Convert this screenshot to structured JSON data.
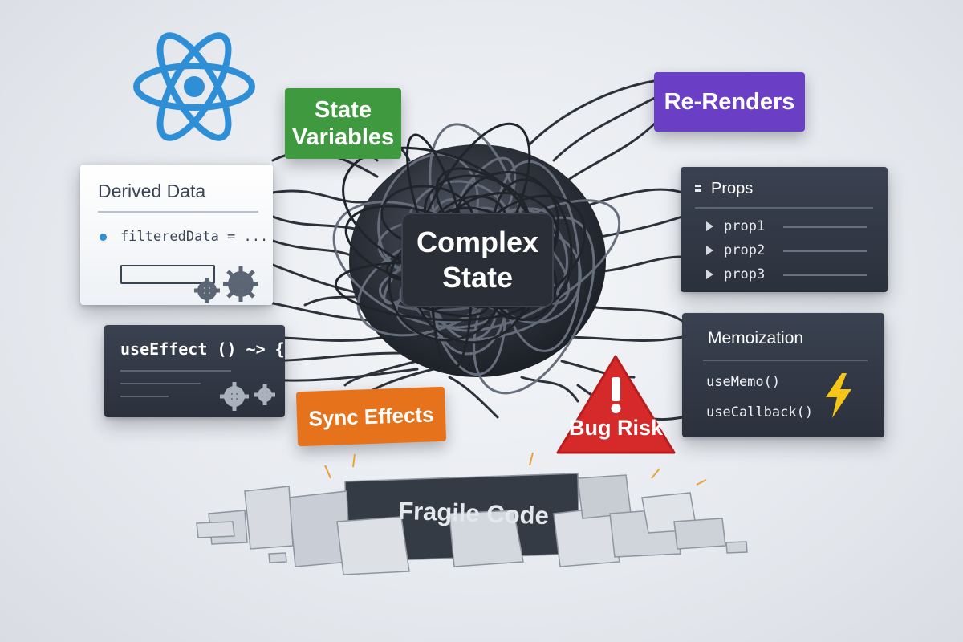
{
  "labels": {
    "state_variables": [
      "State",
      "Variables"
    ],
    "re_renders": "Re-Renders",
    "complex_state": [
      "Complex",
      "State"
    ],
    "sync_effects": "Sync Effects",
    "bug_risk": "Bug Risk",
    "fragile_code": "Fragile Code"
  },
  "derived_data": {
    "title": "Derived Data",
    "item": "filteredData = ..."
  },
  "use_effect": {
    "code": "useEffect () ~> {"
  },
  "props": {
    "title": "Props",
    "items": [
      "prop1",
      "prop2",
      "prop3"
    ]
  },
  "memoization": {
    "title": "Memoization",
    "items": [
      "useMemo()",
      "useCallback()"
    ]
  },
  "icons": {
    "react": "react-atom-icon",
    "warning": "warning-triangle-icon",
    "lightning": "lightning-bolt-icon",
    "gears": "gear-icon"
  },
  "colors": {
    "react_blue": "#2f8fd6",
    "state_green": "#3f9a3f",
    "re_renders_purple": "#6a3fc6",
    "sync_orange": "#e6731c",
    "bug_red": "#d62a2a",
    "lightning_yellow": "#f5c518"
  }
}
